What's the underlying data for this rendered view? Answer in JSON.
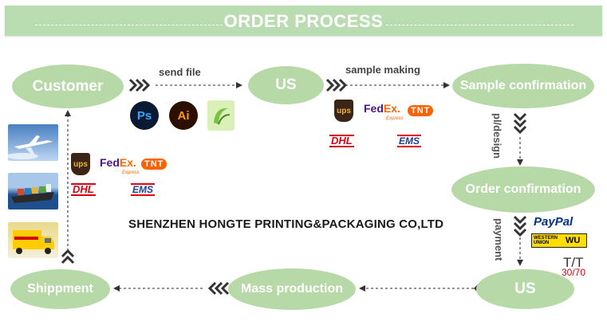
{
  "banner": {
    "title": "ORDER PROCESS"
  },
  "nodes": {
    "customer": "Customer",
    "us_top": "US",
    "sample_confirmation": "Sample confirmation",
    "order_confirmation": "Order confirmation",
    "us_bottom": "US",
    "mass_production": "Mass production",
    "shippment": "Shippment"
  },
  "edges": {
    "send_file": "send file",
    "sample_making": "sample making",
    "pl_design": "pl/design",
    "payment": "payment"
  },
  "company": "SHENZHEN HONGTE PRINTING&PACKAGING CO,LTD",
  "software_icons": {
    "ps": "Ps",
    "ai": "Ai"
  },
  "courier_logos": {
    "ups": "ups",
    "fedex_fed": "Fed",
    "fedex_ex": "Ex.",
    "fedex_sub": "Express",
    "tnt": "TNT",
    "dhl": "DHL",
    "ems": "EMS"
  },
  "payment_logos": {
    "paypal": "PayPal",
    "western_union_1": "WESTERN",
    "western_union_2": "UNION",
    "wu": "WU",
    "tt": "T/T",
    "tt_terms": "30/70"
  },
  "colors": {
    "node": "#b7d9a7",
    "banner": "#b9ddb1",
    "arrow": "#333333"
  }
}
